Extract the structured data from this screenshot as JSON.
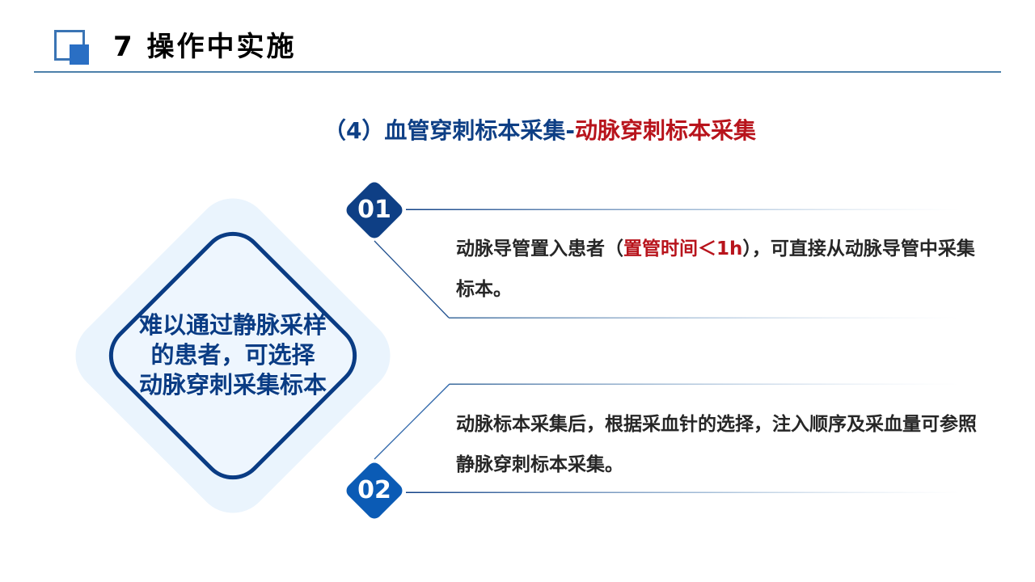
{
  "header": {
    "title": "7 操作中实施",
    "logo_icon": "overlapping-squares-icon",
    "colors": {
      "logo_outline": "#3a74b4",
      "logo_fill": "#2a6fc4",
      "rule": "#4d80aa"
    }
  },
  "subtitle": {
    "part1": "（4）血管穿刺标本采集-",
    "part2": "动脉穿刺标本采集",
    "colors": {
      "part1": "#0e3f85",
      "part2": "#b8141c"
    }
  },
  "center": {
    "lines": [
      "难以通过静脉采样",
      "的患者，可选择",
      "动脉穿刺采集标本"
    ],
    "colors": {
      "text": "#0a3c84",
      "outer_fill": "#eaf4fd",
      "border": "#0a3c84"
    }
  },
  "items": [
    {
      "number": "01",
      "color": "#0e3f85",
      "text_before": "动脉导管置入患者（",
      "text_highlight": "置管时间＜1h",
      "text_after": "），可直接从动脉导管中采集标本。"
    },
    {
      "number": "02",
      "color": "#0b5bb5",
      "text": "动脉标本采集后，根据采血针的选择，注入顺序及采血量可参照静脉穿刺标本采集。"
    }
  ],
  "accent_colors": {
    "highlight_red": "#b8141c",
    "body_text": "#262626"
  }
}
